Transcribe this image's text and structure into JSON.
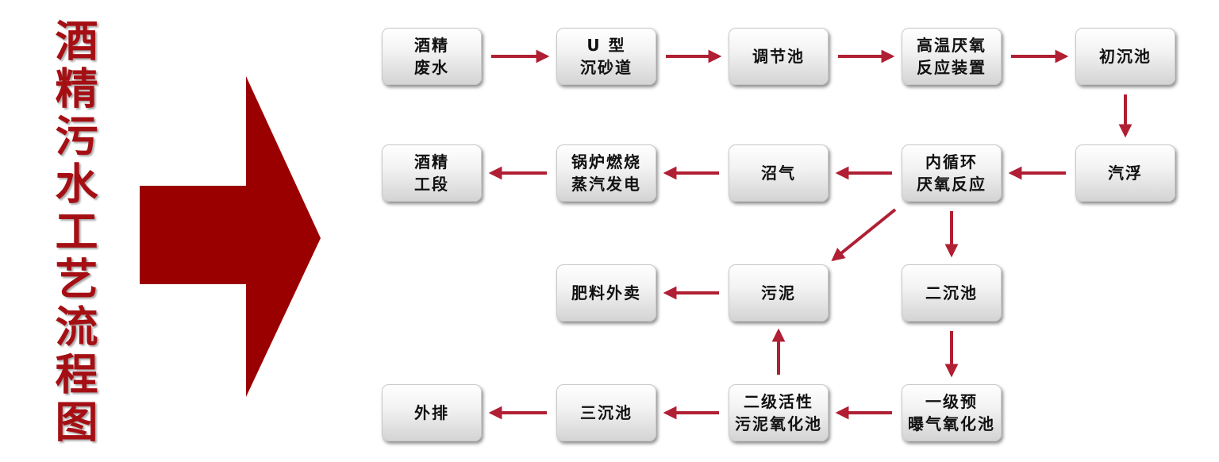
{
  "title": "酒精污水工艺流程图",
  "colors": {
    "title": "#a50f14",
    "big_arrow": "#9b0000",
    "connector": "#b01f33"
  },
  "nodes": {
    "n1": "酒精\n废水",
    "n2": "U 型\n沉砂道",
    "n3": "调节池",
    "n4": "高温厌氧\n反应装置",
    "n5": "初沉池",
    "n6": "汽浮",
    "n7": "内循环\n厌氧反应",
    "n8": "沼气",
    "n9": "锅炉燃烧\n蒸汽发电",
    "n10": "酒精\n工段",
    "n11": "二沉池",
    "n12": "污泥",
    "n13": "肥料外卖",
    "n14": "一级预\n曝气氧化池",
    "n15": "二级活性\n污泥氧化池",
    "n16": "三沉池",
    "n17": "外排"
  },
  "edges": [
    {
      "from": "n1",
      "to": "n2"
    },
    {
      "from": "n2",
      "to": "n3"
    },
    {
      "from": "n3",
      "to": "n4"
    },
    {
      "from": "n4",
      "to": "n5"
    },
    {
      "from": "n5",
      "to": "n6"
    },
    {
      "from": "n6",
      "to": "n7"
    },
    {
      "from": "n7",
      "to": "n8"
    },
    {
      "from": "n8",
      "to": "n9"
    },
    {
      "from": "n9",
      "to": "n10"
    },
    {
      "from": "n7",
      "to": "n11"
    },
    {
      "from": "n7",
      "to": "n12"
    },
    {
      "from": "n12",
      "to": "n13"
    },
    {
      "from": "n11",
      "to": "n14"
    },
    {
      "from": "n14",
      "to": "n15"
    },
    {
      "from": "n15",
      "to": "n12"
    },
    {
      "from": "n15",
      "to": "n16"
    },
    {
      "from": "n16",
      "to": "n17"
    }
  ]
}
